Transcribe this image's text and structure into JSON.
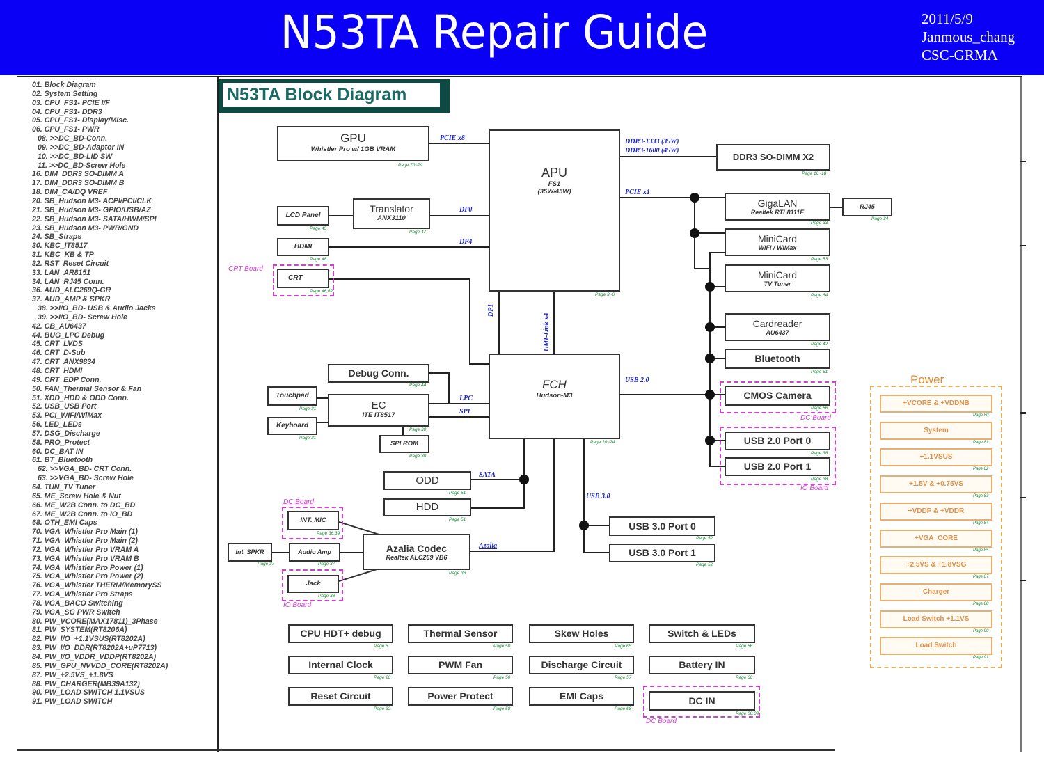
{
  "header": {
    "title": "N53TA Repair Guide",
    "date": "2011/5/9",
    "author": "Janmous_chang",
    "dept": "CSC-GRMA"
  },
  "toc": [
    {
      "label": "01. Block Diagram",
      "indent": false
    },
    {
      "label": "02. System Setting",
      "indent": false
    },
    {
      "label": "03. CPU_FS1- PCIE I/F",
      "indent": false
    },
    {
      "label": "04. CPU_FS1- DDR3",
      "indent": false
    },
    {
      "label": "05. CPU_FS1- Display/Misc.",
      "indent": false
    },
    {
      "label": "06. CPU_FS1- PWR",
      "indent": false
    },
    {
      "label": "08. >>DC_BD-Conn.",
      "indent": true
    },
    {
      "label": "09. >>DC_BD-Adaptor IN",
      "indent": true
    },
    {
      "label": "10. >>DC_BD-LID SW",
      "indent": true
    },
    {
      "label": "11. >>DC_BD-Screw Hole",
      "indent": true
    },
    {
      "label": "16. DIM_DDR3 SO-DIMM A",
      "indent": false
    },
    {
      "label": "17. DIM_DDR3 SO-DIMM B",
      "indent": false
    },
    {
      "label": "18. DIM_CA/DQ VREF",
      "indent": false
    },
    {
      "label": "20. SB_Hudson M3- ACPI/PCI/CLK",
      "indent": false
    },
    {
      "label": "21. SB_Hudson M3- GPIO/USB/AZ",
      "indent": false
    },
    {
      "label": "22. SB_Hudson M3- SATA/HWM/SPI",
      "indent": false
    },
    {
      "label": "23. SB_Hudson M3- PWR/GND",
      "indent": false
    },
    {
      "label": "24. SB_Straps",
      "indent": false
    },
    {
      "label": "30. KBC_IT8517",
      "indent": false
    },
    {
      "label": "31. KBC_KB & TP",
      "indent": false
    },
    {
      "label": "32. RST_Reset Circuit",
      "indent": false
    },
    {
      "label": "33. LAN_AR8151",
      "indent": false
    },
    {
      "label": "34. LAN_RJ45 Conn.",
      "indent": false
    },
    {
      "label": "36. AUD_ALC269Q-GR",
      "indent": false
    },
    {
      "label": "37. AUD_AMP & SPKR",
      "indent": false
    },
    {
      "label": "38. >>I/O_BD- USB & Audio Jacks",
      "indent": true
    },
    {
      "label": "39. >>I/O_BD- Screw Hole",
      "indent": true
    },
    {
      "label": "42. CB_AU6437",
      "indent": false
    },
    {
      "label": "44. BUG_LPC Debug",
      "indent": false
    },
    {
      "label": "45. CRT_LVDS",
      "indent": false
    },
    {
      "label": "46. CRT_D-Sub",
      "indent": false
    },
    {
      "label": "47. CRT_ANX9834",
      "indent": false
    },
    {
      "label": "48. CRT_HDMI",
      "indent": false
    },
    {
      "label": "49. CRT_EDP Conn.",
      "indent": false
    },
    {
      "label": "50. FAN_Thermal Sensor & Fan",
      "indent": false
    },
    {
      "label": "51. XDD_HDD & ODD Conn.",
      "indent": false
    },
    {
      "label": "52. USB_USB Port",
      "indent": false
    },
    {
      "label": "53. PCI_WIFI/WiMax",
      "indent": false
    },
    {
      "label": "56. LED_LEDs",
      "indent": false
    },
    {
      "label": "57. DSG_Discharge",
      "indent": false
    },
    {
      "label": "58. PRO_Protect",
      "indent": false
    },
    {
      "label": "60. DC_BAT IN",
      "indent": false
    },
    {
      "label": "61. BT_Bluetooth",
      "indent": false
    },
    {
      "label": "62. >>VGA_BD- CRT Conn.",
      "indent": true
    },
    {
      "label": "63. >>VGA_BD- Screw Hole",
      "indent": true
    },
    {
      "label": "64. TUN_TV Tuner",
      "indent": false
    },
    {
      "label": "65. ME_Screw Hole & Nut",
      "indent": false
    },
    {
      "label": "66. ME_W2B Conn. to DC_BD",
      "indent": false
    },
    {
      "label": "67. ME_W2B Conn. to IO_BD",
      "indent": false
    },
    {
      "label": "68. OTH_EMI Caps",
      "indent": false
    },
    {
      "label": "70. VGA_Whistler Pro Main (1)",
      "indent": false
    },
    {
      "label": "71. VGA_Whistler Pro Main (2)",
      "indent": false
    },
    {
      "label": "72. VGA_Whistler Pro VRAM A",
      "indent": false
    },
    {
      "label": "73. VGA_Whistler Pro VRAM B",
      "indent": false
    },
    {
      "label": "74. VGA_Whistler Pro Power (1)",
      "indent": false
    },
    {
      "label": "75. VGA_Whistler Pro Power (2)",
      "indent": false
    },
    {
      "label": "76. VGA_Whistler THERM/MemorySS",
      "indent": false
    },
    {
      "label": "77. VGA_Whistler Pro Straps",
      "indent": false
    },
    {
      "label": "78. VGA_BACO Switching",
      "indent": false
    },
    {
      "label": "79. VGA_SG PWR Switch",
      "indent": false
    },
    {
      "label": "80. PW_VCORE(MAX17811)_3Phase",
      "indent": false
    },
    {
      "label": "81. PW_SYSTEM(RT8206A)",
      "indent": false
    },
    {
      "label": "82. PW_I/O_+1.1VSUS(RT8202A)",
      "indent": false
    },
    {
      "label": "83. PW_I/O_DDR(RT8202A+uP7713)",
      "indent": false
    },
    {
      "label": "84. PW_I/O_VDDR_VDDP(RT8202A)",
      "indent": false
    },
    {
      "label": "85. PW_GPU_NVVDD_CORE(RT8202A)",
      "indent": false
    },
    {
      "label": "87. PW_+2.5VS_+1.8VS",
      "indent": false
    },
    {
      "label": "88. PW_CHARGER(MB39A132)",
      "indent": false
    },
    {
      "label": "90. PW_LOAD SWITCH 1.1VSUS",
      "indent": false
    },
    {
      "label": "91. PW_LOAD SWITCH",
      "indent": false
    }
  ],
  "diagram": {
    "title": "N53TA Block Diagram",
    "blocks": {
      "gpu": {
        "main": "GPU",
        "sub": "Whistler Pro w/ 1GB VRAM",
        "page": "Page 70~79"
      },
      "apu": {
        "main": "APU",
        "sub1": "FS1",
        "sub2": "(35W/45W)",
        "page": "Page 3~6"
      },
      "ddr3": {
        "main": "DDR3 SO-DIMM X2",
        "page": "Page 16~18"
      },
      "translator": {
        "main": "Translator",
        "sub": "ANX3110",
        "page": "Page 47"
      },
      "lcd": {
        "main": "LCD Panel",
        "page": "Page 45"
      },
      "hdmi": {
        "main": "HDMI",
        "page": "Page 48"
      },
      "crt": {
        "main": "CRT",
        "page": "Page 46,62"
      },
      "gigalan": {
        "main": "GigaLAN",
        "sub": "Realtek RTL8111E",
        "page": "Page 33"
      },
      "rj45": {
        "main": "RJ45",
        "page": "Page 34"
      },
      "minicard_wifi": {
        "main": "MiniCard",
        "sub": "WiFi / WiMax",
        "page": "Page 53"
      },
      "minicard_tv": {
        "main": "MiniCard",
        "sub": "TV Tuner",
        "page": "Page 64"
      },
      "cardreader": {
        "main": "Cardreader",
        "sub": "AU6437",
        "page": "Page 42"
      },
      "bluetooth": {
        "main": "Bluetooth",
        "page": "Page 61"
      },
      "cmos": {
        "main": "CMOS Camera",
        "page": "Page 66"
      },
      "usb20_0": {
        "main": "USB 2.0 Port 0",
        "page": "Page 38"
      },
      "usb20_1": {
        "main": "USB 2.0 Port 1",
        "page": "Page 38"
      },
      "fch": {
        "main": "FCH",
        "sub": "Hudson-M3",
        "page": "Page 20~24"
      },
      "debug": {
        "main": "Debug Conn.",
        "page": "Page 44"
      },
      "ec": {
        "main": "EC",
        "sub": "ITE IT8517",
        "page": "Page 30"
      },
      "touchpad": {
        "main": "Touchpad",
        "page": "Page 31"
      },
      "keyboard": {
        "main": "Keyboard",
        "page": "Page 31"
      },
      "spirom": {
        "main": "SPI ROM",
        "page": "Page 30"
      },
      "odd": {
        "main": "ODD",
        "page": "Page 51"
      },
      "hdd": {
        "main": "HDD",
        "page": "Page 51"
      },
      "intmic": {
        "main": "INT. MIC",
        "page": "Page 36,39"
      },
      "audioamp": {
        "main": "Audio Amp",
        "page": "Page 37"
      },
      "intspkr": {
        "main": "Int. SPKR",
        "page": "Page 37"
      },
      "jack": {
        "main": "Jack",
        "page": "Page 38"
      },
      "azalia": {
        "main": "Azalia Codec",
        "sub": "Realtek ALC269 VB6",
        "page": "Page 36"
      },
      "usb30_0": {
        "main": "USB 3.0 Port 0",
        "page": "Page 52"
      },
      "usb30_1": {
        "main": "USB 3.0 Port 1",
        "page": "Page 52"
      }
    },
    "signals": {
      "pcie_x8": "PCIE x8",
      "ddr3_1": "DDR3-1333 (35W)",
      "ddr3_2": "DDR3-1600 (45W)",
      "pcie_x1": "PCIE x1",
      "dp0": "DP0",
      "dp4": "DP4",
      "dp1": "DP1",
      "umi": "UMI-Link x4",
      "usb20": "USB 2.0",
      "lpc": "LPC",
      "spi": "SPI",
      "sata": "SATA",
      "usb30": "USB 3.0",
      "azalia": "Azalia"
    },
    "board_labels": {
      "crt_board": "CRT Board",
      "dc_board_cmos": "DC Board",
      "io_board_usb": "IO Board",
      "dc_board_mic": "DC Board",
      "io_board_jack": "IO Board",
      "dc_board_dcin": "DC Board"
    },
    "misc": [
      {
        "main": "CPU HDT+ debug",
        "page": "Page 5"
      },
      {
        "main": "Thermal Sensor",
        "page": "Page 50"
      },
      {
        "main": "Skew Holes",
        "page": "Page 65"
      },
      {
        "main": "Switch & LEDs",
        "page": "Page 56"
      },
      {
        "main": "Internal Clock",
        "page": "Page 20"
      },
      {
        "main": "PWM Fan",
        "page": "Page 50"
      },
      {
        "main": "Discharge Circuit",
        "page": "Page 57"
      },
      {
        "main": "Battery IN",
        "page": "Page 60"
      },
      {
        "main": "Reset Circuit",
        "page": "Page 32"
      },
      {
        "main": "Power Protect",
        "page": "Page 58"
      },
      {
        "main": "EMI Caps",
        "page": "Page 68"
      },
      {
        "main": "DC IN",
        "page": "Page 08,09"
      }
    ],
    "power": {
      "title": "Power",
      "items": [
        {
          "label": "+VCORE & +VDDNB",
          "page": "Page 80"
        },
        {
          "label": "System",
          "page": "Page 81"
        },
        {
          "label": "+1.1VSUS",
          "page": "Page 82"
        },
        {
          "label": "+1.5V & +0.75VS",
          "page": "Page 83"
        },
        {
          "label": "+VDDP & +VDDR",
          "page": "Page 84"
        },
        {
          "label": "+VGA_CORE",
          "page": "Page 85"
        },
        {
          "label": "+2.5VS & +1.8VSG",
          "page": "Page 87"
        },
        {
          "label": "Charger",
          "page": "Page 88"
        },
        {
          "label": "Load Switch +1.1VS",
          "page": "Page 90"
        },
        {
          "label": "Load Switch",
          "page": "Page 91"
        }
      ]
    }
  }
}
